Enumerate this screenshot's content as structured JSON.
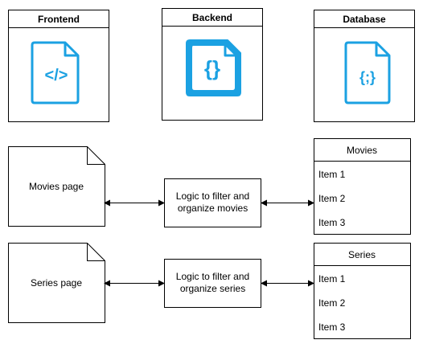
{
  "colors": {
    "stroke": "#000000",
    "background": "#ffffff",
    "icon": "#1ba1e2"
  },
  "containers": [
    {
      "title": "Frontend",
      "icon": "html-file-icon"
    },
    {
      "title": "Backend",
      "icon": "json-file-icon"
    },
    {
      "title": "Database",
      "icon": "js-file-icon"
    }
  ],
  "icon_glyphs": {
    "frontend": "</>",
    "backend": "{}",
    "database": "{;}"
  },
  "pages": [
    {
      "label": "Movies page"
    },
    {
      "label": "Series page"
    }
  ],
  "logic": [
    {
      "line1": "Logic to filter and",
      "line2": "organize movies"
    },
    {
      "line1": "Logic to filter and",
      "line2": "organize series"
    }
  ],
  "lists": [
    {
      "title": "Movies",
      "items": [
        "Item 1",
        "Item 2",
        "Item 3"
      ]
    },
    {
      "title": "Series",
      "items": [
        "Item 1",
        "Item 2",
        "Item 3"
      ]
    }
  ]
}
